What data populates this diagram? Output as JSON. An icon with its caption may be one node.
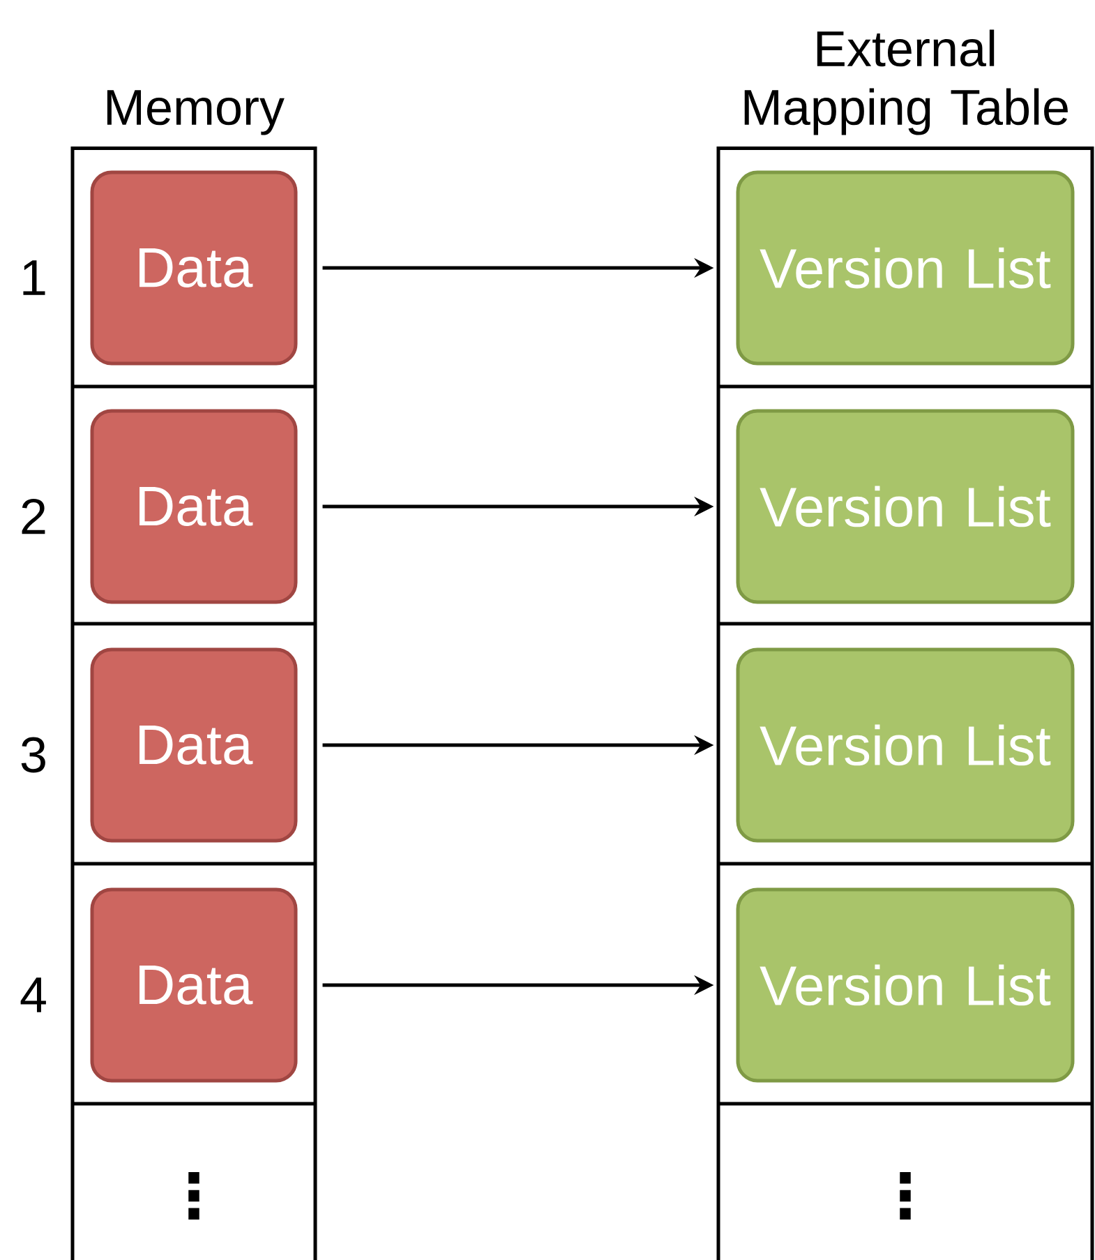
{
  "diagram": {
    "nodes": [
      {
        "text": [
          "Memory"
        ]
      },
      {
        "text": [
          "Data"
        ],
        "in": 0
      },
      {
        "text": [
          "Data"
        ],
        "in": 0
      },
      {
        "text": [
          "Data"
        ],
        "in": 0
      },
      {
        "text": [
          "Data"
        ],
        "in": 0
      },
      {
        "text": [
          "External Mapping Table"
        ]
      },
      {
        "text": [
          "Version List"
        ],
        "in": 5
      },
      {
        "text": [
          "Version List"
        ],
        "in": 5
      },
      {
        "text": [
          "Version List"
        ],
        "in": 5
      },
      {
        "text": [
          "Version List"
        ],
        "in": 5
      }
    ],
    "edges": [
      {
        "from": 1,
        "to": 6,
        "arrow": "to"
      },
      {
        "from": 2,
        "to": 7,
        "arrow": "to"
      },
      {
        "from": 3,
        "to": 8,
        "arrow": "to"
      },
      {
        "from": 4,
        "to": 9,
        "arrow": "to"
      }
    ],
    "labels": [
      "1",
      "2",
      "3",
      "4",
      "⋮",
      "⋮"
    ]
  }
}
